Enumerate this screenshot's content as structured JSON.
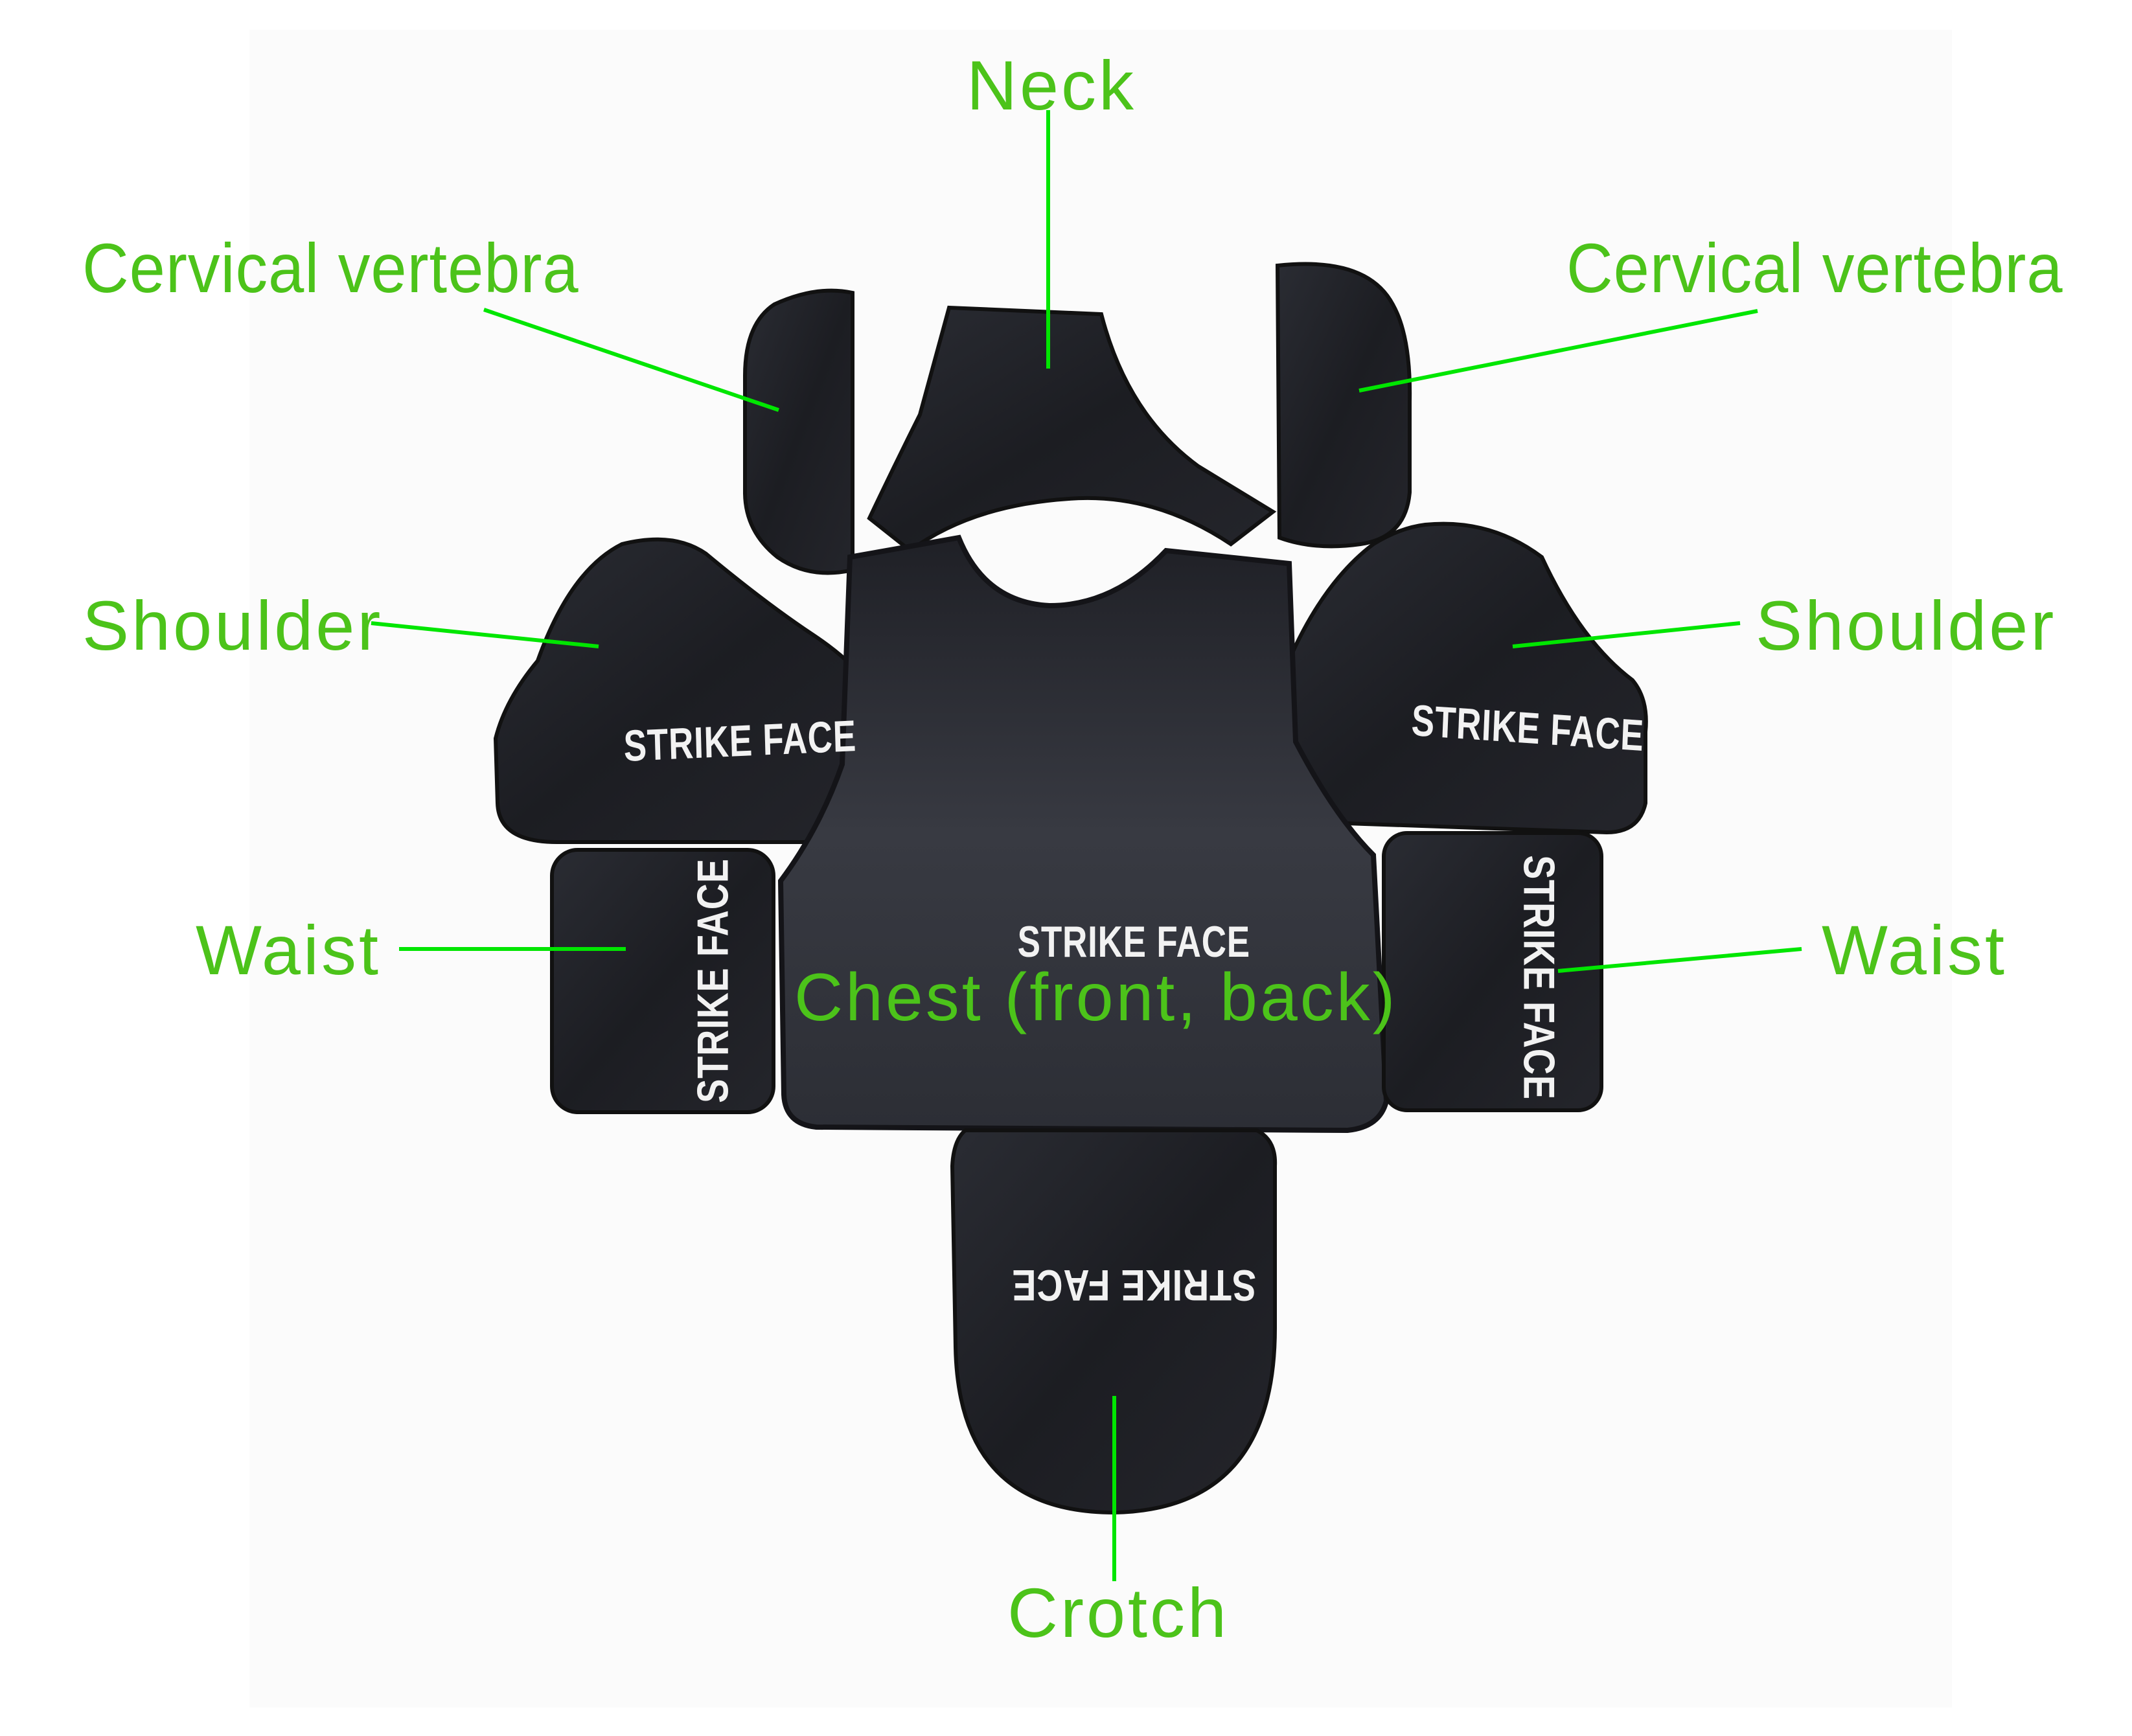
{
  "title": "Body armor protection components diagram",
  "colors": {
    "label_text": "#4cc31a",
    "leader_line": "#00e600",
    "armor_fabric": "#1e1f24",
    "strike_face_text": "#f2f2f2",
    "background_panel": "#fbfbfb"
  },
  "labels": {
    "neck": "Neck",
    "cervical_left": "Cervical vertebra",
    "cervical_right": "Cervical vertebra",
    "shoulder_left": "Shoulder",
    "shoulder_right": "Shoulder",
    "waist_left": "Waist",
    "waist_right": "Waist",
    "chest": "Chest (front, back)",
    "crotch": "Crotch"
  },
  "pieces": {
    "shoulder_left": {
      "marking": "STRIKE FACE",
      "orientation": "0deg"
    },
    "shoulder_right": {
      "marking": "STRIKE FACE",
      "orientation": "-3deg"
    },
    "chest": {
      "marking": "STRIKE FACE",
      "orientation": "0deg"
    },
    "waist_left": {
      "marking": "STRIKE FACE",
      "orientation": "-90deg"
    },
    "waist_right": {
      "marking": "STRIKE FACE",
      "orientation": "90deg"
    },
    "crotch": {
      "marking": "STRIKE FACE",
      "orientation": "180deg"
    }
  }
}
